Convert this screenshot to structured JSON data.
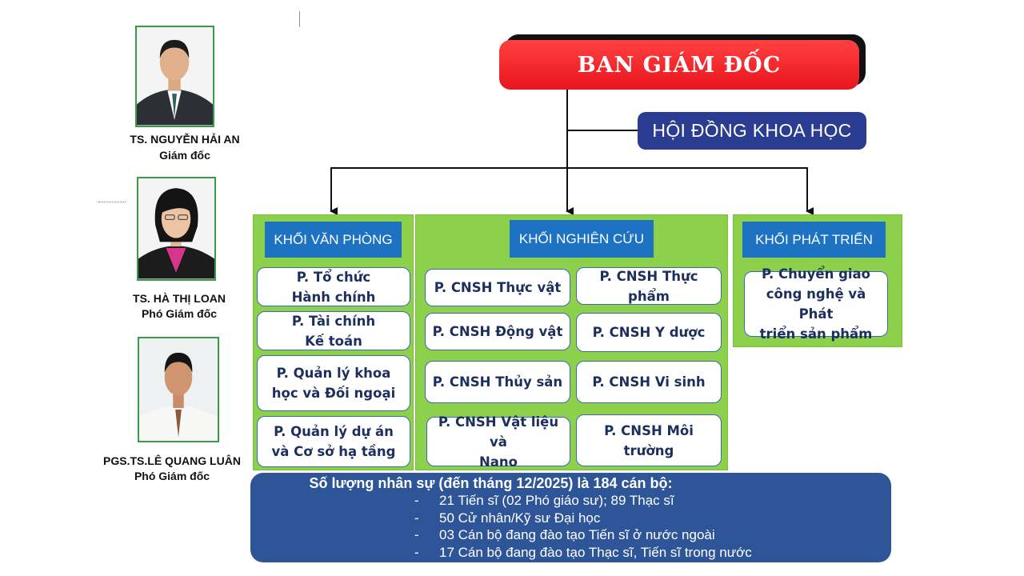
{
  "leaders": [
    {
      "name": "TS. NGUYỄN HẢI AN",
      "role": "Giám đốc"
    },
    {
      "name": "TS. HÀ THỊ LOAN",
      "role": "Phó Giám đốc"
    },
    {
      "name": "PGS.TS.LÊ QUANG LUÂN",
      "role": "Phó Giám đốc"
    }
  ],
  "board": {
    "label": "BAN GIÁM ĐỐC"
  },
  "council": {
    "label": "HỘI ĐỒNG KHOA HỌC"
  },
  "blocks": {
    "office": {
      "title": "KHỐI VĂN PHÒNG",
      "departments": [
        [
          "P. Tổ chức",
          "Hành chính"
        ],
        [
          "P. Tài chính",
          "Kế toán"
        ],
        [
          "P. Quản lý khoa",
          "học và Đối ngoại"
        ],
        [
          "P. Quản lý dự án",
          "và Cơ sở hạ tầng"
        ]
      ]
    },
    "research": {
      "title": "KHỐI NGHIÊN CỨU",
      "departments": [
        [
          "P. CNSH Thực vật"
        ],
        [
          "P. CNSH Thực",
          "phẩm"
        ],
        [
          "P. CNSH Động vật"
        ],
        [
          "P. CNSH Y dược"
        ],
        [
          "P. CNSH Thủy sản"
        ],
        [
          "P. CNSH Vi sinh"
        ],
        [
          "P. CNSH Vật liệu và",
          "Nano"
        ],
        [
          "P. CNSH Môi",
          "trường"
        ]
      ]
    },
    "development": {
      "title": "KHỐI PHÁT TRIỂN",
      "departments": [
        [
          "P. Chuyển giao",
          "công nghệ và Phát",
          "triển sản phẩm"
        ]
      ]
    }
  },
  "summary": {
    "title": "Số lượng nhân sự (đến tháng 12/2025) là 184 cán bộ:",
    "bullet": "-",
    "items": [
      "21 Tiến sĩ (02 Phó giáo sư); 89 Thạc sĩ",
      "50 Cử nhân/Kỹ sư Đại học",
      "03 Cán bộ đang đào tạo Tiến sĩ ở nước ngoài",
      "17 Cán bộ đang đào tạo Thạc sĩ, Tiến sĩ trong nước"
    ]
  },
  "colors": {
    "board_red": "#e8151e",
    "council_navy": "#2b3d93",
    "block_green": "#8dd04b",
    "title_blue": "#1d72c1",
    "summary_blue": "#2e5597"
  }
}
